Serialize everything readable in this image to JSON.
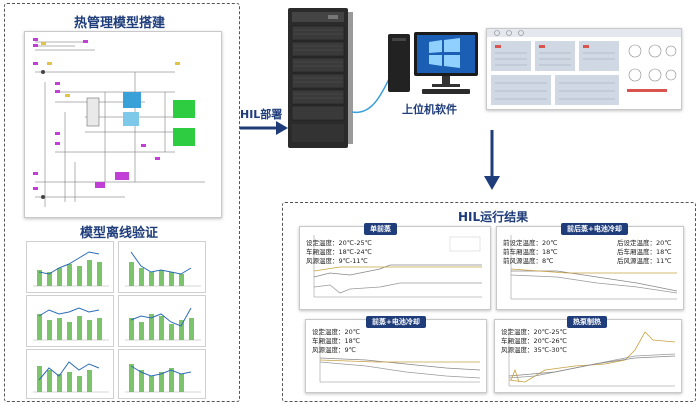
{
  "left": {
    "title_top": "热管理模型搭建",
    "title_bottom": "模型离线验证"
  },
  "middle": {
    "hil_deploy": "HIL部署",
    "host_software": "上位机软件"
  },
  "results": {
    "title": "HIL运行结果",
    "panel1": {
      "tag": "单前蒸",
      "lines": [
        "设定温度：20℃-25℃",
        "车厢温度：18℃-24℃",
        "风源温度：9℃-11℃"
      ]
    },
    "panel2": {
      "tag": "前后蒸+电池冷却",
      "left_lines": [
        "前设定温度：20℃",
        "前车厢温度：18℃",
        "前风源温度：8℃"
      ],
      "right_lines": [
        "后设定温度：20℃",
        "后车厢温度：18℃",
        "后风源温度：11℃"
      ]
    },
    "panel3": {
      "tag": "前蒸+电池冷却",
      "lines": [
        "设定温度：20℃",
        "车厢温度：18℃",
        "风源温度：9℃"
      ]
    },
    "panel4": {
      "tag": "热泵制热",
      "lines": [
        "设定温度：20℃-25℃",
        "车厢温度：20℃-26℃",
        "风源温度：35℃-30℃"
      ]
    }
  },
  "colors": {
    "accent": "#1f3d7a",
    "green": "#2ecc40",
    "bar_green": "#7cc46b",
    "line_blue": "#2d6cb5"
  }
}
